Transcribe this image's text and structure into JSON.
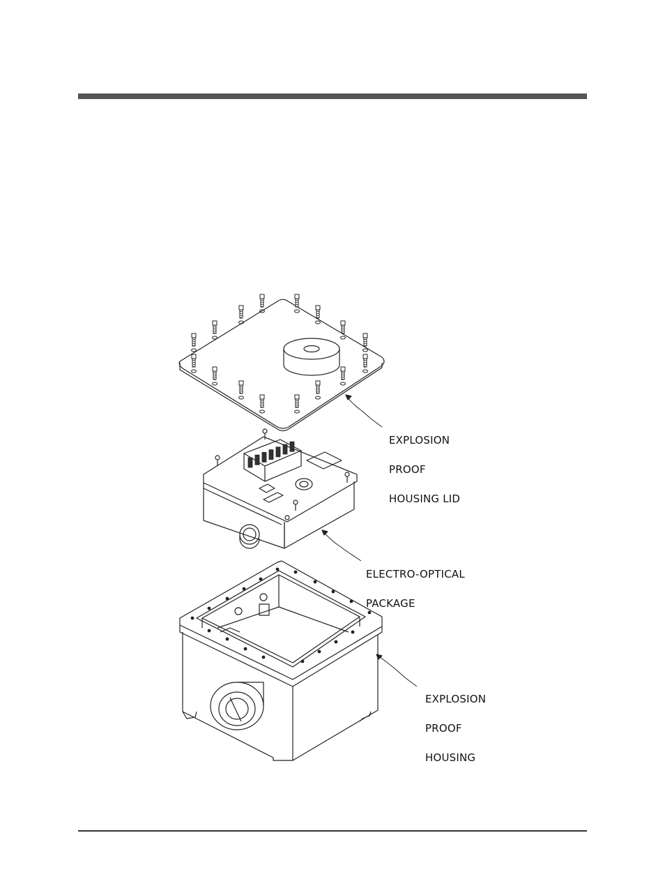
{
  "labels": {
    "lid": [
      "EXPLOSION",
      "PROOF",
      "HOUSING LID"
    ],
    "package": [
      "ELECTRO-OPTICAL",
      "PACKAGE"
    ],
    "housing": [
      "EXPLOSION",
      "PROOF",
      "HOUSING"
    ]
  },
  "colors": {
    "rule": "#555555",
    "line": "#222222",
    "text": "#111111"
  }
}
